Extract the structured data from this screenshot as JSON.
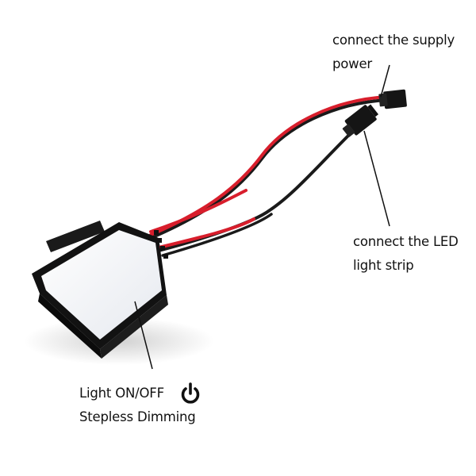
{
  "annotations": {
    "supply": {
      "lines": [
        "connect the supply",
        "power"
      ]
    },
    "led": {
      "lines": [
        "connect the LED",
        "light strip"
      ]
    },
    "touch": {
      "lines": [
        "Light ON/OFF",
        "Stepless Dimming"
      ],
      "icon": "power-icon"
    }
  },
  "colors": {
    "background": "#ffffff",
    "text": "#111111",
    "wire_red": "#d81e2c",
    "wire_black": "#1a1a1a",
    "housing": "#151515",
    "touch_panel": "#f2f4f8",
    "leader_line": "#111111"
  }
}
